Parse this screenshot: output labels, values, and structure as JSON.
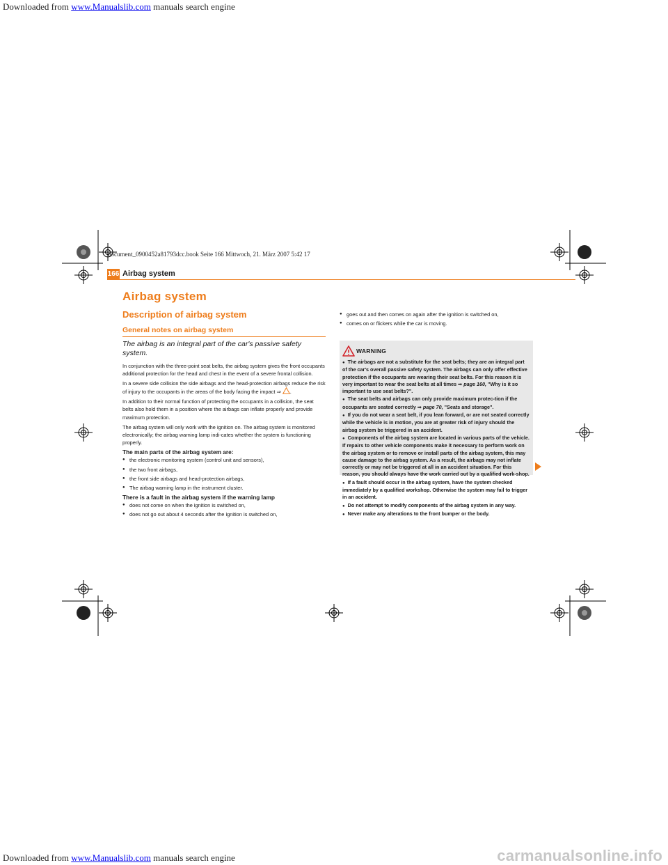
{
  "download_notice": {
    "prefix": "Downloaded from ",
    "link": "www.Manualslib.com",
    "suffix": " manuals search engine"
  },
  "footer_brand": "carmanualsonline.info",
  "file_info": "document_0900452a81793dcc.book  Seite 166  Mittwoch, 21. März 2007  5:42 17",
  "header": {
    "page_number": "166",
    "title": "Airbag system"
  },
  "content": {
    "h1": "Airbag system",
    "h2": "Description of airbag system",
    "h3": "General notes on airbag system",
    "intro": "The airbag is an integral part of the car's passive safety system.",
    "para1": "In conjunction with the three-point seat belts, the airbag system gives the front occupants additional protection for the head and chest in the event of a severe frontal collision.",
    "para2": "In a severe side collision the side airbags and the head-protection airbags reduce the risk of injury to the occupants in the areas of the body facing the impact ⇒ ",
    "para2_end": ".",
    "para3": "In addition to their normal function of protecting the occupants in a collision, the seat belts also hold them in a position where the airbags can inflate properly and provide maximum protection.",
    "para4": "The airbag system will only work with the ignition on. The airbag system is monitored electronically; the airbag warning lamp indi-cates whether the system is functioning properly.",
    "main_parts_heading": "The main parts of the airbag system are:",
    "main_parts": [
      "the electronic monitoring system (control unit and sensors),",
      "the two front airbags,",
      "the front side airbags and head-protection airbags,",
      "The airbag warning lamp in the instrument cluster."
    ],
    "fault_heading": "There is a fault in the airbag system if the warning lamp",
    "fault_items_left": [
      "does not come on when the ignition is switched on,",
      "does not go out about 4 seconds after the ignition is switched on,"
    ],
    "fault_items_right": [
      "goes out and then comes on again after the ignition is switched on,",
      "comes on or flickers while the car is moving."
    ]
  },
  "warning": {
    "title": "WARNING",
    "items": [
      {
        "text": "The airbags are not a substitute for the seat belts; they are an integral part of the car's overall passive safety system. The airbags can only offer effective protection if the occupants are wearing their seat belts. For this reason it is very important to wear the seat belts at all times ⇒ ",
        "ref": "page 160,",
        "after": " \"Why is it so important to use seat belts?\"."
      },
      {
        "text": "The seat belts and airbags can only provide maximum protec-tion if the occupants are seated correctly ⇒ ",
        "ref": "page 70,",
        "after": " \"Seats and storage\"."
      },
      {
        "text": "If you do not wear a seat belt, if you lean forward, or are not seated correctly while the vehicle is in motion, you are at greater risk of injury should the airbag system be triggered in an accident.",
        "ref": "",
        "after": ""
      },
      {
        "text": "Components of the airbag system are located in various parts of the vehicle. If repairs to other vehicle components make it necessary to perform work on the airbag system or to remove or install parts of the airbag system, this may cause damage to the airbag system. As a result, the airbags may not inflate correctly or may not be triggered at all in an accident situation. For this reason, you should always have the work carried out by a qualified work-shop.",
        "ref": "",
        "after": ""
      },
      {
        "text": "If a fault should occur in the airbag system, have the system checked immediately by a qualified workshop. Otherwise the system may fail to trigger in an accident.",
        "ref": "",
        "after": ""
      },
      {
        "text": "Do not attempt to modify components of the airbag system in any way.",
        "ref": "",
        "after": ""
      },
      {
        "text": "Never make any alterations to the front bumper or the body.",
        "ref": "",
        "after": ""
      }
    ]
  },
  "colors": {
    "accent": "#ee7d1c",
    "warning_bg": "#e8e8e8"
  }
}
